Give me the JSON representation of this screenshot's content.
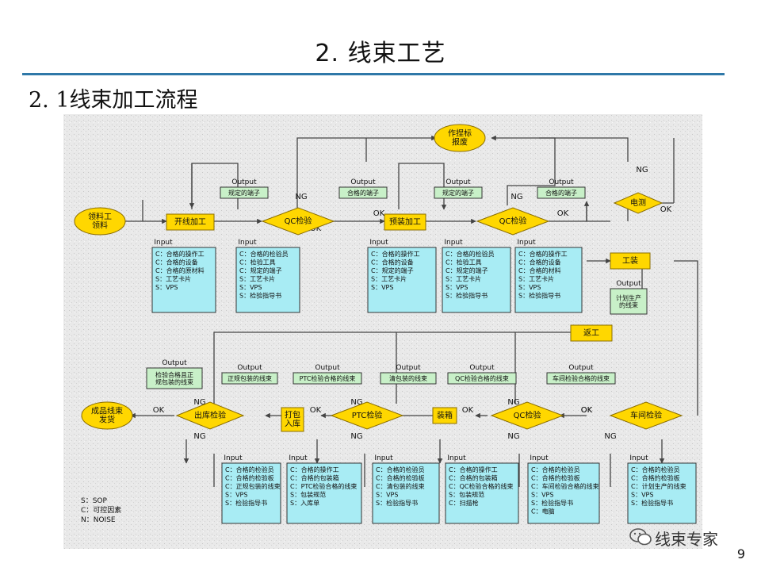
{
  "slide": {
    "title": "2. 线束工艺",
    "subtitle": "2. 1线束加工流程",
    "page": "9",
    "watermark": "线束专家"
  },
  "flow": {
    "nodes": {
      "start": "领料工\n领料",
      "cut": "开线加工",
      "qc1": "QC检验",
      "pre": "预装加工",
      "qc2": "QC检验",
      "elec": "电测",
      "tool": "工装",
      "rework": "返工",
      "card": "作捏标\n报废",
      "ship": "成品线束\n发货",
      "outinsp": "出库检验",
      "pack": "打包\n入库",
      "ptc": "PTC检验",
      "box": "装箱",
      "qc3": "QC检验",
      "plant": "车间检验"
    },
    "labels": {
      "output": "Output",
      "input": "Input",
      "ng": "NG",
      "ok": "OK"
    },
    "outputs": {
      "o1": "规定的端子",
      "o2": "合格的端子",
      "o3": "规定的端子",
      "o4": "合格的端子",
      "o5": "计划生产\n的线束",
      "o6": "检验合格且正\n规包装的线束",
      "o7": "正规包装的线束",
      "o8": "PTC检验合格的线束",
      "o9": "清包装的线束",
      "o10": "QC检验合格的线束",
      "o11": "车间检验合格的线束"
    },
    "inputs": {
      "i1": [
        "C：合格的操作工",
        "C：合格的设备",
        "C：合格的原材料",
        "S：工艺卡片",
        "S：VPS"
      ],
      "i2": [
        "C：合格的检验员",
        "C：检验工具",
        "C：规定的端子",
        "S：工艺卡片",
        "S：VPS",
        "S：检验指导书"
      ],
      "i3": [
        "C：合格的操作工",
        "C：合格的设备",
        "C：规定的端子",
        "S：工艺卡片",
        "S：VPS"
      ],
      "i4": [
        "C：合格的检验员",
        "C：检验工具",
        "C：规定的端子",
        "S：工艺卡片",
        "S：VPS",
        "S：检验指导书"
      ],
      "i5": [
        "C：合格的操作工",
        "C：合格的设备",
        "C：合格的材料",
        "S：工艺卡片",
        "S：VPS",
        "S：检验指导书"
      ],
      "i6": [
        "C：合格的检验员",
        "C：合格的检验板",
        "C：正规包装的线束",
        "S：VPS",
        "S：检验指导书"
      ],
      "i7": [
        "C：合格的操作工",
        "C：合格的包装箱",
        "C：PTC检验合格的线束",
        "S：包装规范",
        "S：入库单"
      ],
      "i8": [
        "C：合格的检验员",
        "C：合格的检验板",
        "C：清包装的线束",
        "S：VPS",
        "S：检验指导书"
      ],
      "i9": [
        "C：合格的操作工",
        "C：合格的包装箱",
        "C：QC检验合格的线束",
        "S：包装规范",
        "C：扫描枪"
      ],
      "i10": [
        "C：合格的检验员",
        "C：合格的检验板",
        "C：车间检验合格的线束",
        "S：VPS",
        "S：检验指导书",
        "C：电脑"
      ],
      "i11": [
        "C：合格的检验员",
        "C：合格的检验板",
        "C：计划生产的线束",
        "S：VPS",
        "S：检验指导书"
      ]
    },
    "legend": [
      "S：SOP",
      "C：可控因素",
      "N：NOISE"
    ]
  }
}
